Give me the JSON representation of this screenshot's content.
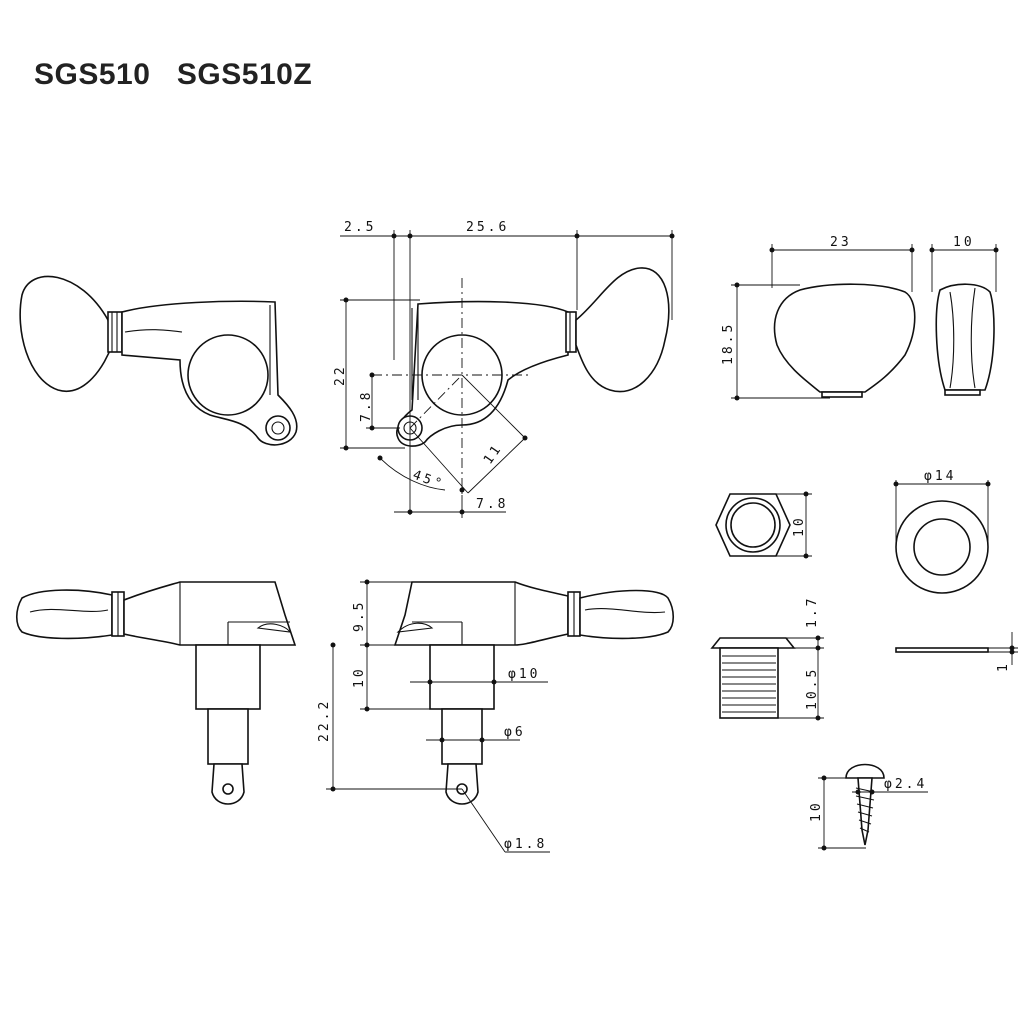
{
  "title": "SGS510   SGS510Z",
  "dimensions": {
    "top_left_offset": "2.5",
    "top_width": "25.6",
    "front_height": "22",
    "post_offset_v": "7.8",
    "angle": "45°",
    "diag_len": "11",
    "post_offset_h": "7.8",
    "side_height": "9.5",
    "post_h": "10",
    "post_dia": "φ10",
    "shaft_len": "22.2",
    "shaft_dia": "φ6",
    "hole_dia": "φ1.8",
    "button_w": "23",
    "button_thick": "10",
    "button_h": "18.5",
    "nut_size": "10",
    "washer_dia": "φ14",
    "bushing_flange": "1.7",
    "bushing_len": "10.5",
    "washer_thick": "1",
    "screw_dia": "φ2.4",
    "screw_len": "10"
  }
}
